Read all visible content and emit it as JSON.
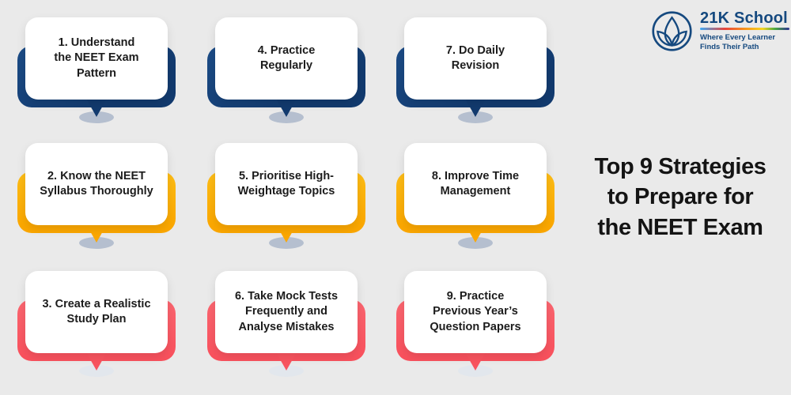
{
  "page": {
    "background_color": "#EAEAEA"
  },
  "headline": {
    "text": "Top 9 Strategies\nto Prepare for\nthe NEET Exam",
    "color": "#141414"
  },
  "logo": {
    "name": "21K School",
    "tagline": "Where Every Learner\nFinds Their Path",
    "brand_color": "#15497F",
    "icon": "lotus-circle-icon"
  },
  "colors": {
    "navy": "#143E74",
    "amber": "#FCB100",
    "coral": "#FB5F6A",
    "shadow_dark": "#B5BFCF",
    "shadow_light": "#E2E7ED",
    "card_white": "#FFFFFF"
  },
  "cards": [
    {
      "number": 1,
      "label": "1. Understand\nthe NEET Exam\nPattern",
      "color": "navy"
    },
    {
      "number": 2,
      "label": "2. Know the NEET\nSyllabus Thoroughly",
      "color": "amber"
    },
    {
      "number": 3,
      "label": "3. Create a Realistic\nStudy Plan",
      "color": "coral"
    },
    {
      "number": 4,
      "label": "4. Practice\nRegularly",
      "color": "navy"
    },
    {
      "number": 5,
      "label": "5. Prioritise High-\nWeightage Topics",
      "color": "amber"
    },
    {
      "number": 6,
      "label": "6. Take Mock Tests\nFrequently and\nAnalyse Mistakes",
      "color": "coral"
    },
    {
      "number": 7,
      "label": "7. Do Daily\nRevision",
      "color": "navy"
    },
    {
      "number": 8,
      "label": "8. Improve Time\nManagement",
      "color": "amber"
    },
    {
      "number": 9,
      "label": "9. Practice\nPrevious Year’s\nQuestion Papers",
      "color": "coral"
    }
  ]
}
